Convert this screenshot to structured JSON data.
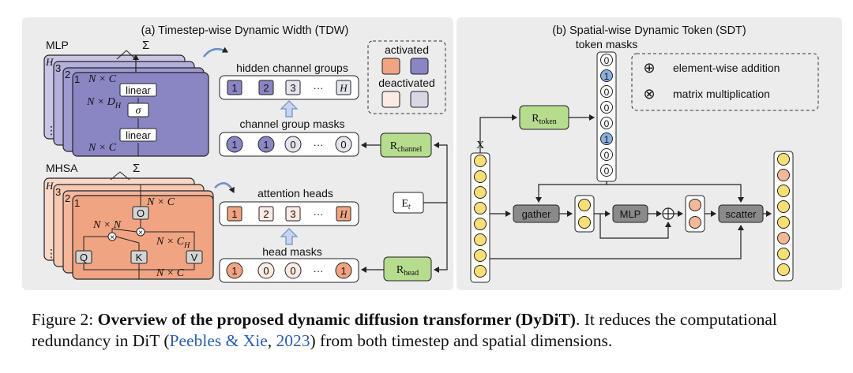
{
  "tdw": {
    "title": "(a) Timestep-wise Dynamic Width (TDW)",
    "mlp_label": "MLP",
    "mhsa_label": "MHSA",
    "sum_symbol": "Σ",
    "stack_nums": [
      "H",
      "3",
      "2",
      "1"
    ],
    "linear_label": "linear",
    "sigma_label": "σ",
    "nxc": "N × C",
    "nxdh": "N × D",
    "nxdh_sub": "H",
    "nxn": "N × N",
    "nxch": "N × C",
    "nxch_sub": "H",
    "q": "Q",
    "k": "K",
    "v": "V",
    "o": "O",
    "hidden_groups_label": "hidden channel groups",
    "hidden_groups": [
      "1",
      "2",
      "3",
      "···",
      "H"
    ],
    "channel_masks_label": "channel group masks",
    "channel_masks": [
      "1",
      "1",
      "0",
      "···",
      "0"
    ],
    "attention_heads_label": "attention heads",
    "attention_heads": [
      "1",
      "2",
      "3",
      "···",
      "H"
    ],
    "head_masks_label": "head masks",
    "head_masks": [
      "1",
      "0",
      "0",
      "···",
      "1"
    ],
    "r_channel": "R",
    "r_channel_sub": "channel",
    "r_head": "R",
    "r_head_sub": "head",
    "et": "E",
    "et_sub": "t",
    "legend_activated": "activated",
    "legend_deactivated": "deactivated",
    "colors": {
      "purple": "#8a86c4",
      "purple_light": "#c6c3e6",
      "orange": "#f1a482",
      "orange_light": "#f7c9b3",
      "green": "#b6dc8e",
      "panel": "#ececec"
    }
  },
  "sdt": {
    "title": "(b) Spatial-wise Dynamic Token (SDT)",
    "token_masks_label": "token masks",
    "token_masks": [
      "0",
      "1",
      "0",
      "0",
      "0",
      "1",
      "0",
      "0"
    ],
    "r_token": "R",
    "r_token_sub": "token",
    "x_label": "X",
    "gather_label": "gather",
    "mlp_label": "MLP",
    "scatter_label": "scatter",
    "legend_add_symbol": "⊕",
    "legend_add": "element-wise addition",
    "legend_mul_symbol": "⊗",
    "legend_mul": "matrix multiplication",
    "output_colors": [
      "y",
      "o",
      "y",
      "y",
      "y",
      "o",
      "y",
      "y"
    ]
  },
  "caption": {
    "prefix": "Figure 2: ",
    "bold": "Overview of the proposed dynamic diffusion transformer (DyDiT)",
    "mid": ". It reduces the computational redundancy in DiT (",
    "cite_name": "Peebles & Xie",
    "cite_sep": ", ",
    "cite_year": "2023",
    "suffix": ") from both timestep and spatial dimensions."
  }
}
